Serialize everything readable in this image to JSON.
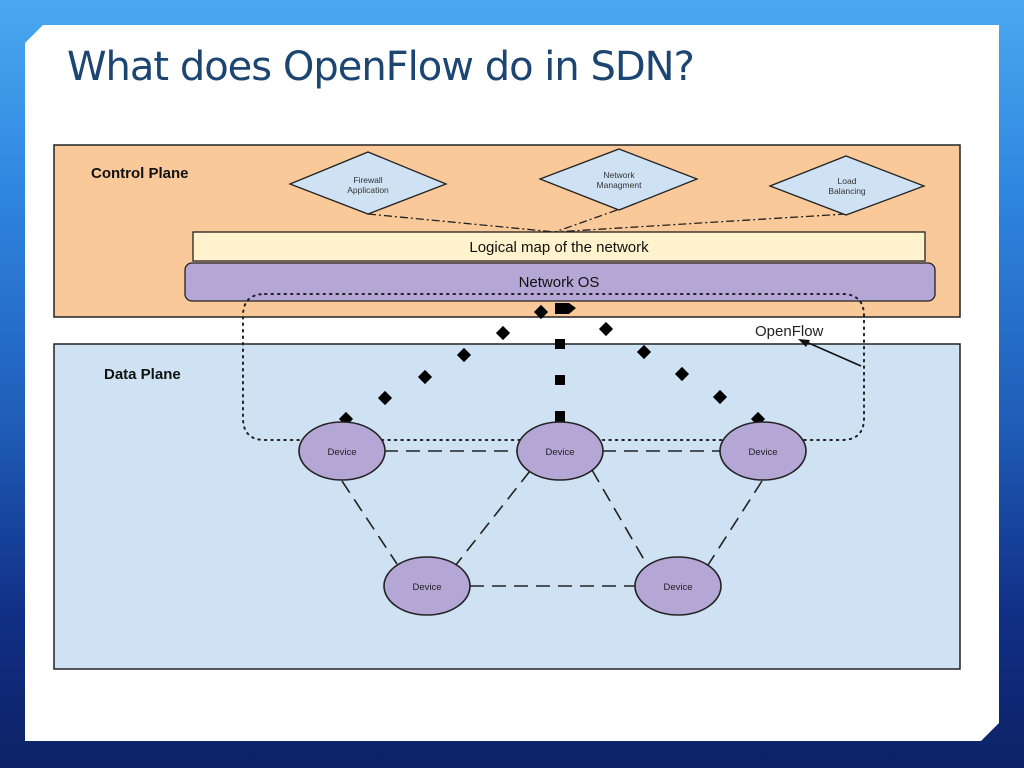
{
  "slide": {
    "title": "What does OpenFlow do in SDN?"
  },
  "diagram": {
    "control_plane": {
      "label": "Control Plane",
      "applications": [
        {
          "line1": "Firewall",
          "line2": "Application"
        },
        {
          "line1": "Network",
          "line2": "Managment"
        },
        {
          "line1": "Load",
          "line2": "Balancing"
        }
      ],
      "logical_map_label": "Logical map of the network",
      "network_os_label": "Network OS"
    },
    "openflow_label": "OpenFlow",
    "data_plane": {
      "label": "Data Plane",
      "devices": [
        {
          "label": "Device"
        },
        {
          "label": "Device"
        },
        {
          "label": "Device"
        },
        {
          "label": "Device"
        },
        {
          "label": "Device"
        }
      ]
    },
    "colors": {
      "control_plane_fill": "#f9c99a",
      "data_plane_fill": "#cfe2f3",
      "logical_map_fill": "#fff2cc",
      "network_os_fill": "#b4a7d6",
      "app_fill": "#cfe2f3",
      "device_fill": "#b4a7d6",
      "title_color": "#1c4572"
    }
  }
}
